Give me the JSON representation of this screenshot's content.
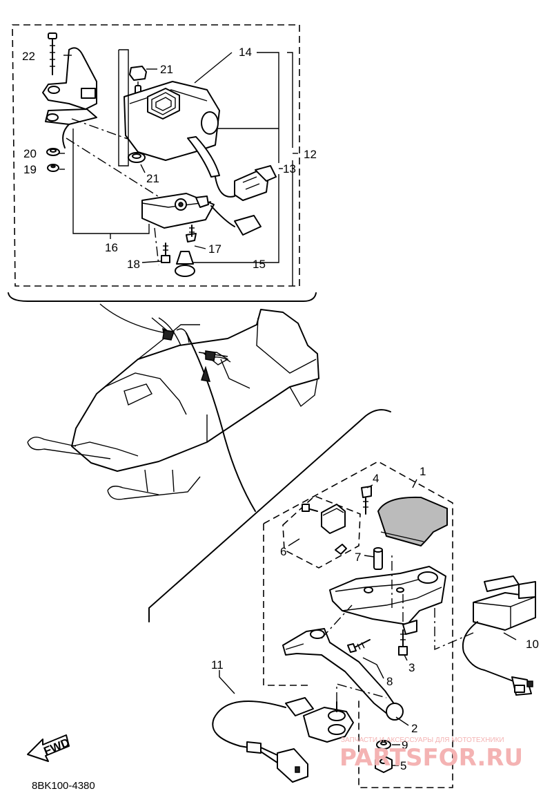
{
  "diagram": {
    "drawing_code": "8BK100-4380",
    "direction_label": "FWD",
    "callouts": [
      "1",
      "2",
      "3",
      "4",
      "5",
      "6",
      "7",
      "8",
      "9",
      "10",
      "11",
      "12",
      "13",
      "14",
      "15",
      "16",
      "17",
      "18",
      "19",
      "20",
      "21",
      "21",
      "22"
    ]
  },
  "watermark": {
    "top_text": "ЗАПЧАСТИ И АКСЕССУАРЫ ДЛЯ МОТОТЕХНИКИ",
    "brand_text": "PARTSFOR.RU"
  },
  "colors": {
    "line": "#000000",
    "background": "#ffffff",
    "watermark": "#f4b3b3"
  }
}
